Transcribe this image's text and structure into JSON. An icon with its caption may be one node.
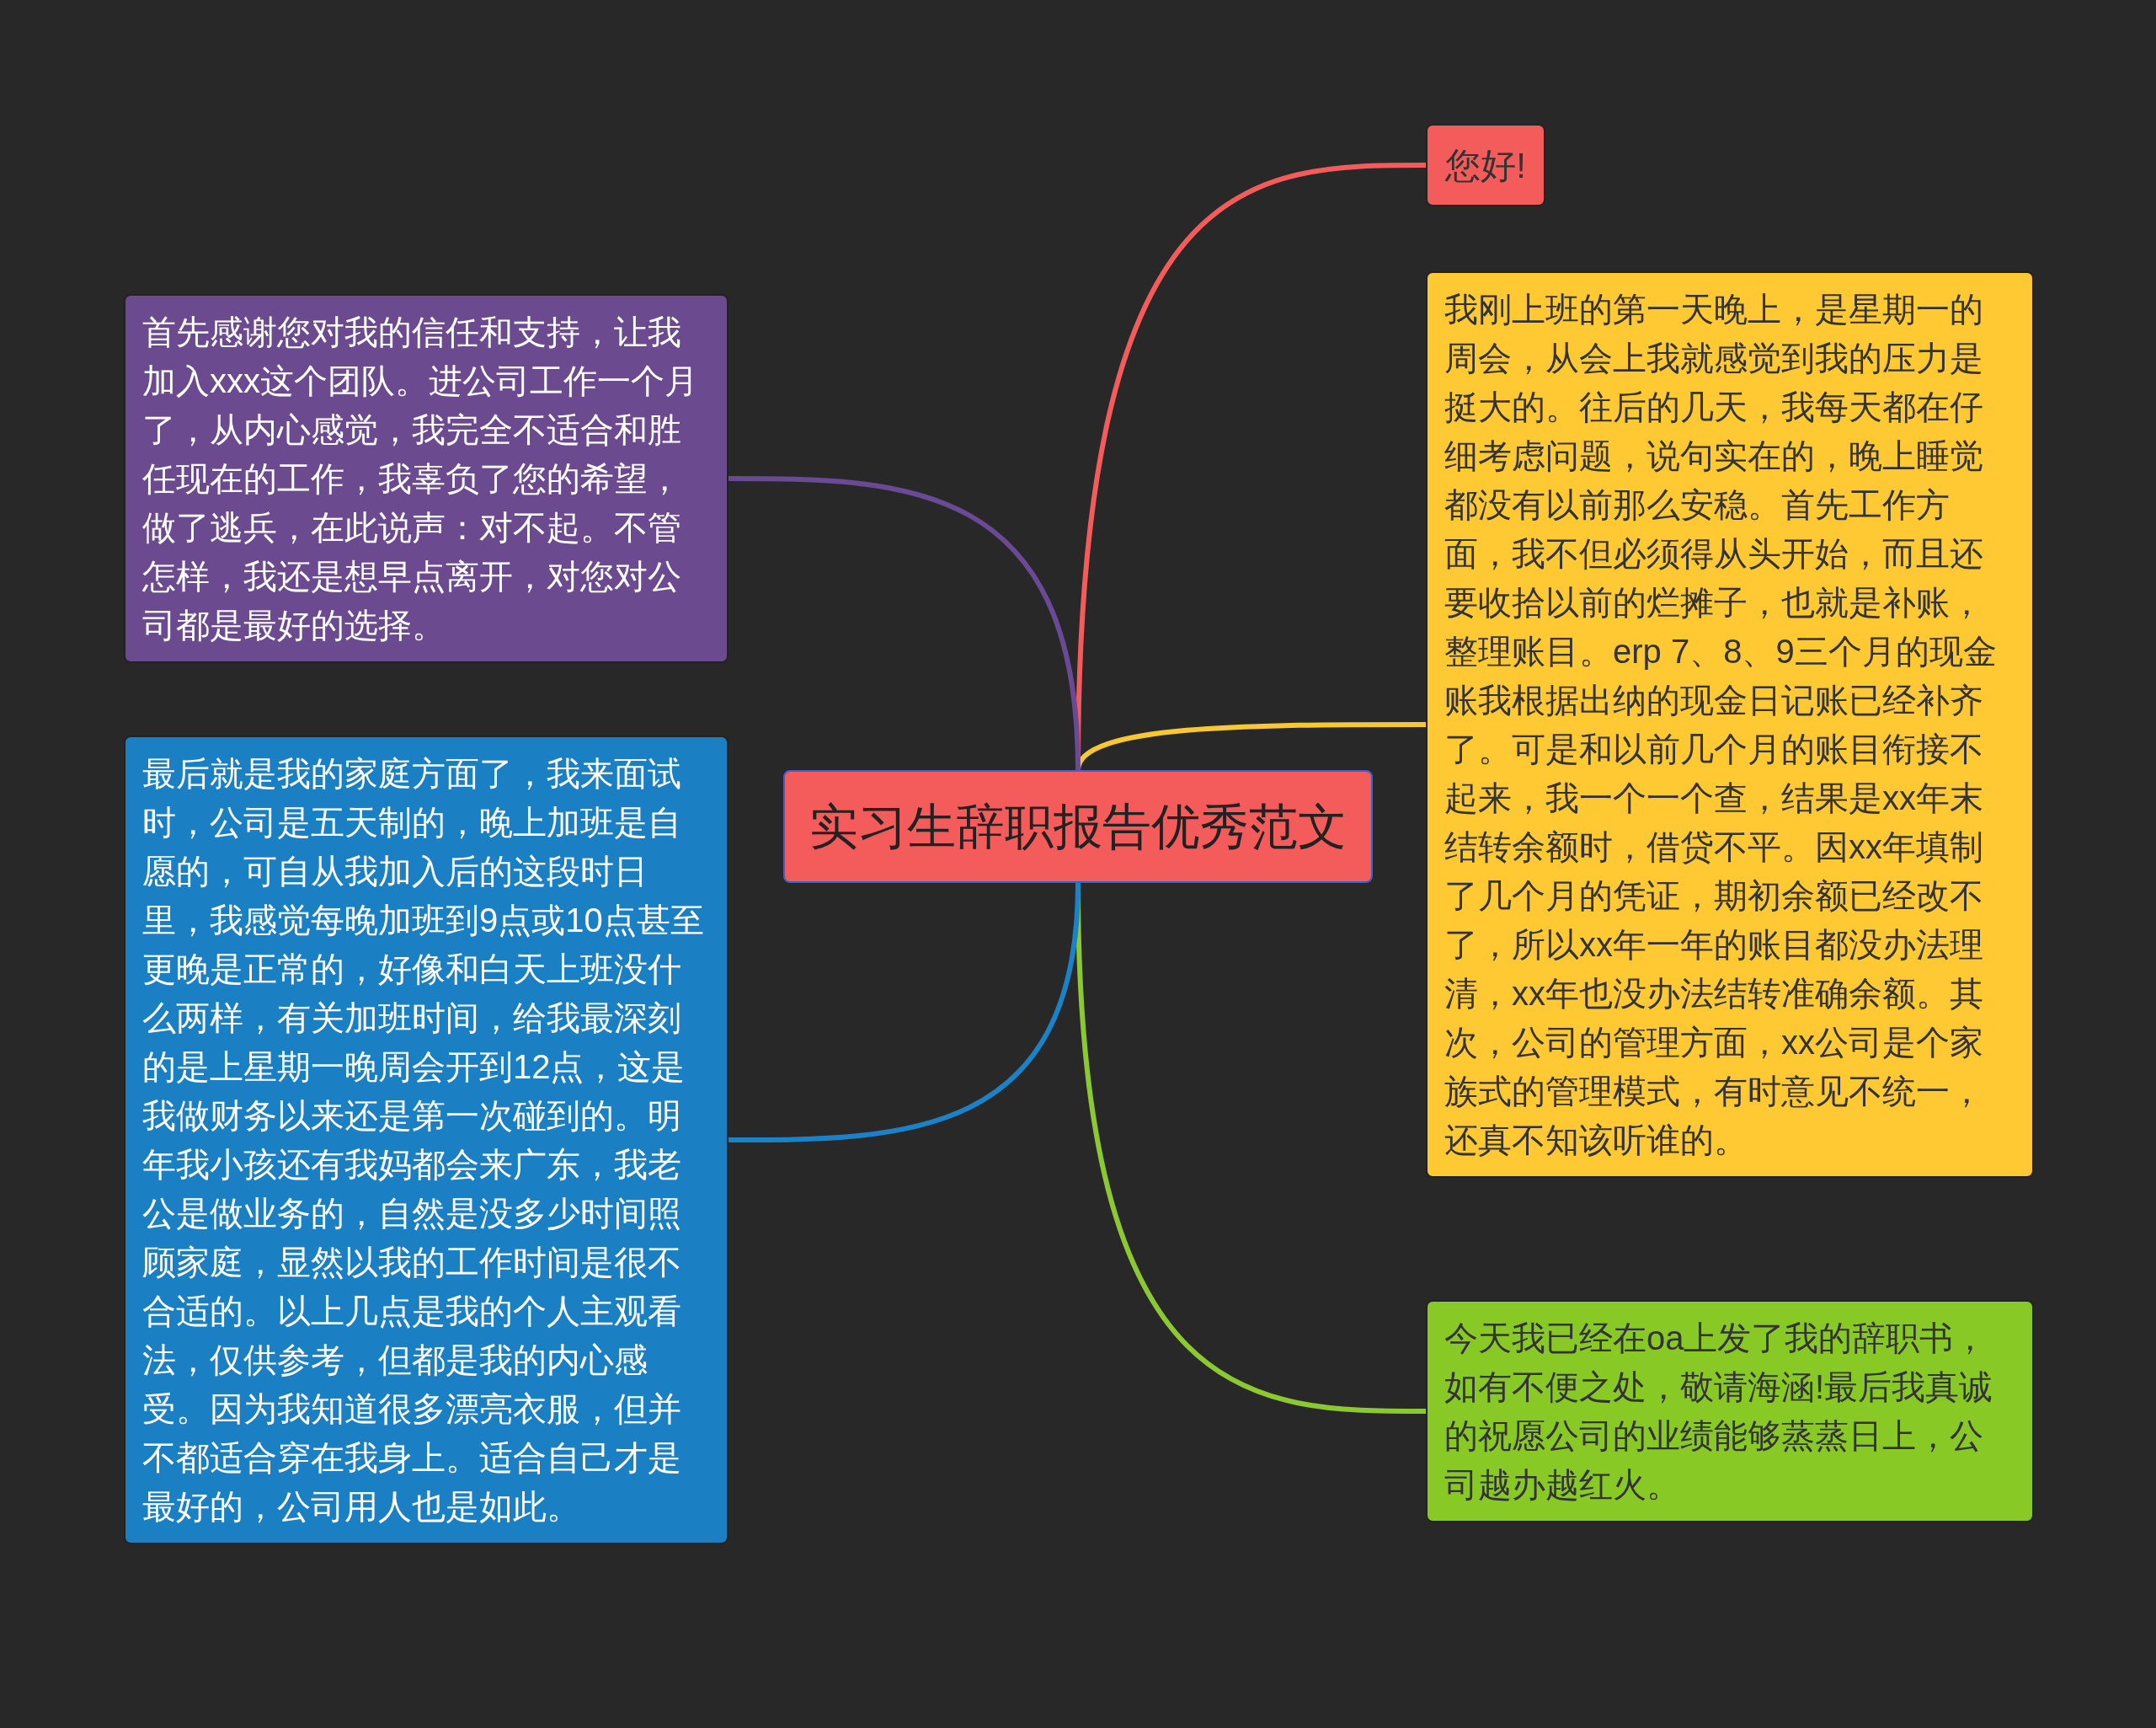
{
  "diagram": {
    "nodes": [
      {
        "text": [
          "实习生辞职报告优秀范文"
        ]
      },
      {
        "text": [
          "您好!"
        ]
      },
      {
        "text": [
          "我刚上班的第一天晚上，是星期一的周会，从会上我就感觉到我的压力是挺大的。往后的几天，我每天都在仔细考虑问题，说句实在的，晚上睡觉都没有以前那么安稳。首先工作方面，我不但必须得从头开始，而且还要收拾以前的烂摊子，也就是补账，整理账目。erp 7、8、9三个月的现金账我根据出纳的现金日记账已经补齐了。可是和以前几个月的账目衔接不起来，我一个一个查，结果是xx年末结转余额时，借贷不平。因xx年填制了几个月的凭证，期初余额已经改不了，所以xx年一年的账目都没办法理清，xx年也没办法结转准确余额。其次，公司的管理方面，xx公司是个家族式的管理模式，有时意见不统一，还真不知该听谁的。"
        ]
      },
      {
        "text": [
          "今天我已经在oa上发了我的辞职书，如有不便之处，敬请海涵!最后我真诚的祝愿公司的业绩能够蒸蒸日上，公司越办越红火。"
        ]
      },
      {
        "text": [
          "首先感谢您对我的信任和支持，让我加入xxx这个团队。进公司工作一个月了，从内心感觉，我完全不适合和胜任现在的工作，我辜负了您的希望，做了逃兵，在此说声：对不起。不管怎样，我还是想早点离开，对您对公司都是最好的选择。"
        ]
      },
      {
        "text": [
          "最后就是我的家庭方面了，我来面试时，公司是五天制的，晚上加班是自愿的，可自从我加入后的这段时日里，我感觉每晚加班到9点或10点甚至更晚是正常的，好像和白天上班没什么两样，有关加班时间，给我最深刻的是上星期一晚周会开到12点，这是我做财务以来还是第一次碰到的。明年我小孩还有我妈都会来广东，我老公是做业务的，自然是没多少时间照顾家庭，显然以我的工作时间是很不合适的。以上几点是我的个人主观看法，仅供参考，但都是我的内心感受。因为我知道很多漂亮衣服，但并不都适合穿在我身上。适合自己才是最好的，公司用人也是如此。"
        ]
      }
    ],
    "edges": [
      {
        "from": 0,
        "to": 1,
        "arrow": "none",
        "color": "#f45b5b"
      },
      {
        "from": 0,
        "to": 2,
        "arrow": "none",
        "color": "#f7c834"
      },
      {
        "from": 0,
        "to": 3,
        "arrow": "none",
        "color": "#8cc832"
      },
      {
        "from": 0,
        "to": 4,
        "arrow": "none",
        "color": "#6a4a94"
      },
      {
        "from": 0,
        "to": 5,
        "arrow": "none",
        "color": "#1b82c8"
      }
    ]
  }
}
